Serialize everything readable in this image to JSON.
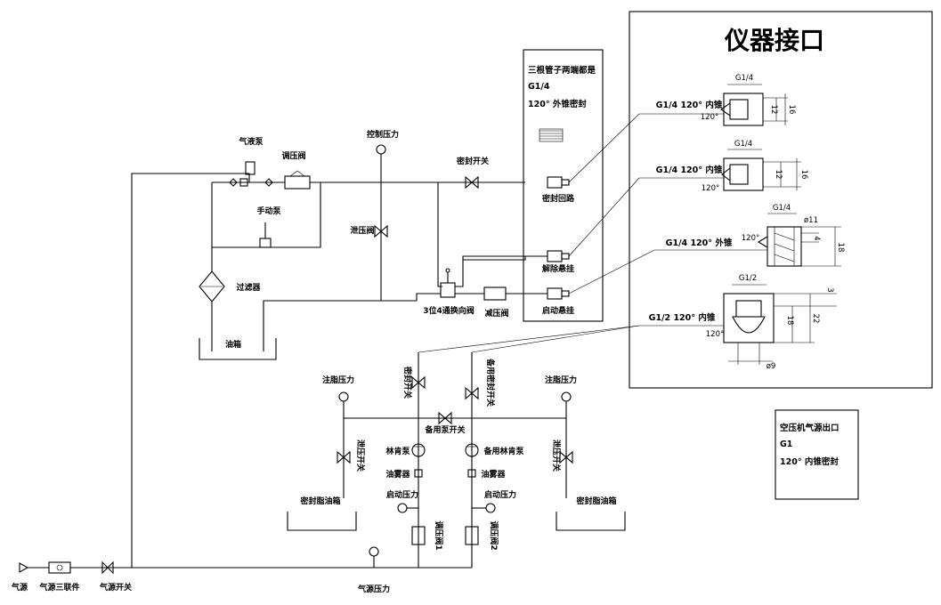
{
  "instrument_panel": {
    "title": "仪器接口",
    "connectors": [
      {
        "label": "G1/4 120° 内锥",
        "dim_top": "G1/4",
        "dim_angle": "120°",
        "dim_h1": "12",
        "dim_h2": "16"
      },
      {
        "label": "G1/4 120° 内锥",
        "dim_top": "G1/4",
        "dim_angle": "120°",
        "dim_h1": "12",
        "dim_h2": "16"
      },
      {
        "label": "G1/4 120°  外锥",
        "dim_top": "G1/4",
        "dim_angle": "120°",
        "dim_d": "ø11",
        "dim_h1": "4",
        "dim_h2": "18"
      },
      {
        "label": "G1/2 120° 内锥",
        "dim_top": "G1/2",
        "dim_angle": "120°",
        "dim_h0": "3",
        "dim_h1": "18",
        "dim_h2": "22",
        "dim_d": "ø9"
      }
    ]
  },
  "pipe_note": {
    "line1": "三根管子两端都是",
    "line2": "G1/4",
    "line3": "120° 外锥密封"
  },
  "air_note": {
    "line1": "空压机气源出口",
    "line2": "G1",
    "line3": "120° 内锥密封"
  },
  "labels": {
    "gas_pump": "气液泵",
    "regulator": "调压阀",
    "control_pressure": "控制压力",
    "seal_switch": "密封开关",
    "manual_pump": "手动泵",
    "filter": "过滤器",
    "relief_valve": "泄压阀",
    "oil_tank": "油箱",
    "seal_circuit": "密封回路",
    "release_hang": "解除悬挂",
    "start_hang": "启动悬挂",
    "three_way_valve": "3位4通换向阀",
    "reducing_valve": "减压阀",
    "seal_switch_v": "密封开关",
    "backup_seal_switch_v": "备用密封开关",
    "grease_pressure_left": "注脂压力",
    "grease_pressure_right": "注脂压力",
    "backup_pump_switch": "备用泵开关",
    "lincoln_pump": "林肯泵",
    "backup_lincoln_pump": "备用林肯泵",
    "mist_left": "油雾器",
    "mist_right": "油雾器",
    "start_pressure_left": "启动压力",
    "start_pressure_right": "启动压力",
    "relief_switch_left": "泄压开关",
    "relief_switch_right": "泄压开关",
    "grease_tank_left": "密封脂油箱",
    "grease_tank_right": "密封脂油箱",
    "reg_valve_1": "调压阀1",
    "reg_valve_2": "调压阀2",
    "air_source": "气源",
    "air_triple": "气源三联件",
    "air_switch": "气源开关",
    "air_pressure": "气源压力"
  }
}
